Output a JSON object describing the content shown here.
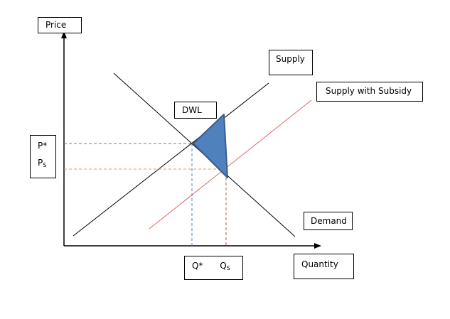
{
  "labels": {
    "price": "Price",
    "quantity": "Quantity",
    "supply": "Supply",
    "supply_subsidy": "Supply with Subsidy",
    "demand": "Demand",
    "dwl": "DWL",
    "p_star": "P*",
    "p_s": "P",
    "p_s_sub": "S",
    "q_star": "Q*",
    "q_s": "Q",
    "q_s_sub": "S"
  },
  "colors": {
    "dwl_fill": "#4f81bd",
    "dwl_stroke": "#385d8a",
    "subsidy_line": "#e06666",
    "p_star_guide": "#4f81bd",
    "p_s_guide": "#f79646",
    "q_s_guide": "#c0504d"
  }
}
